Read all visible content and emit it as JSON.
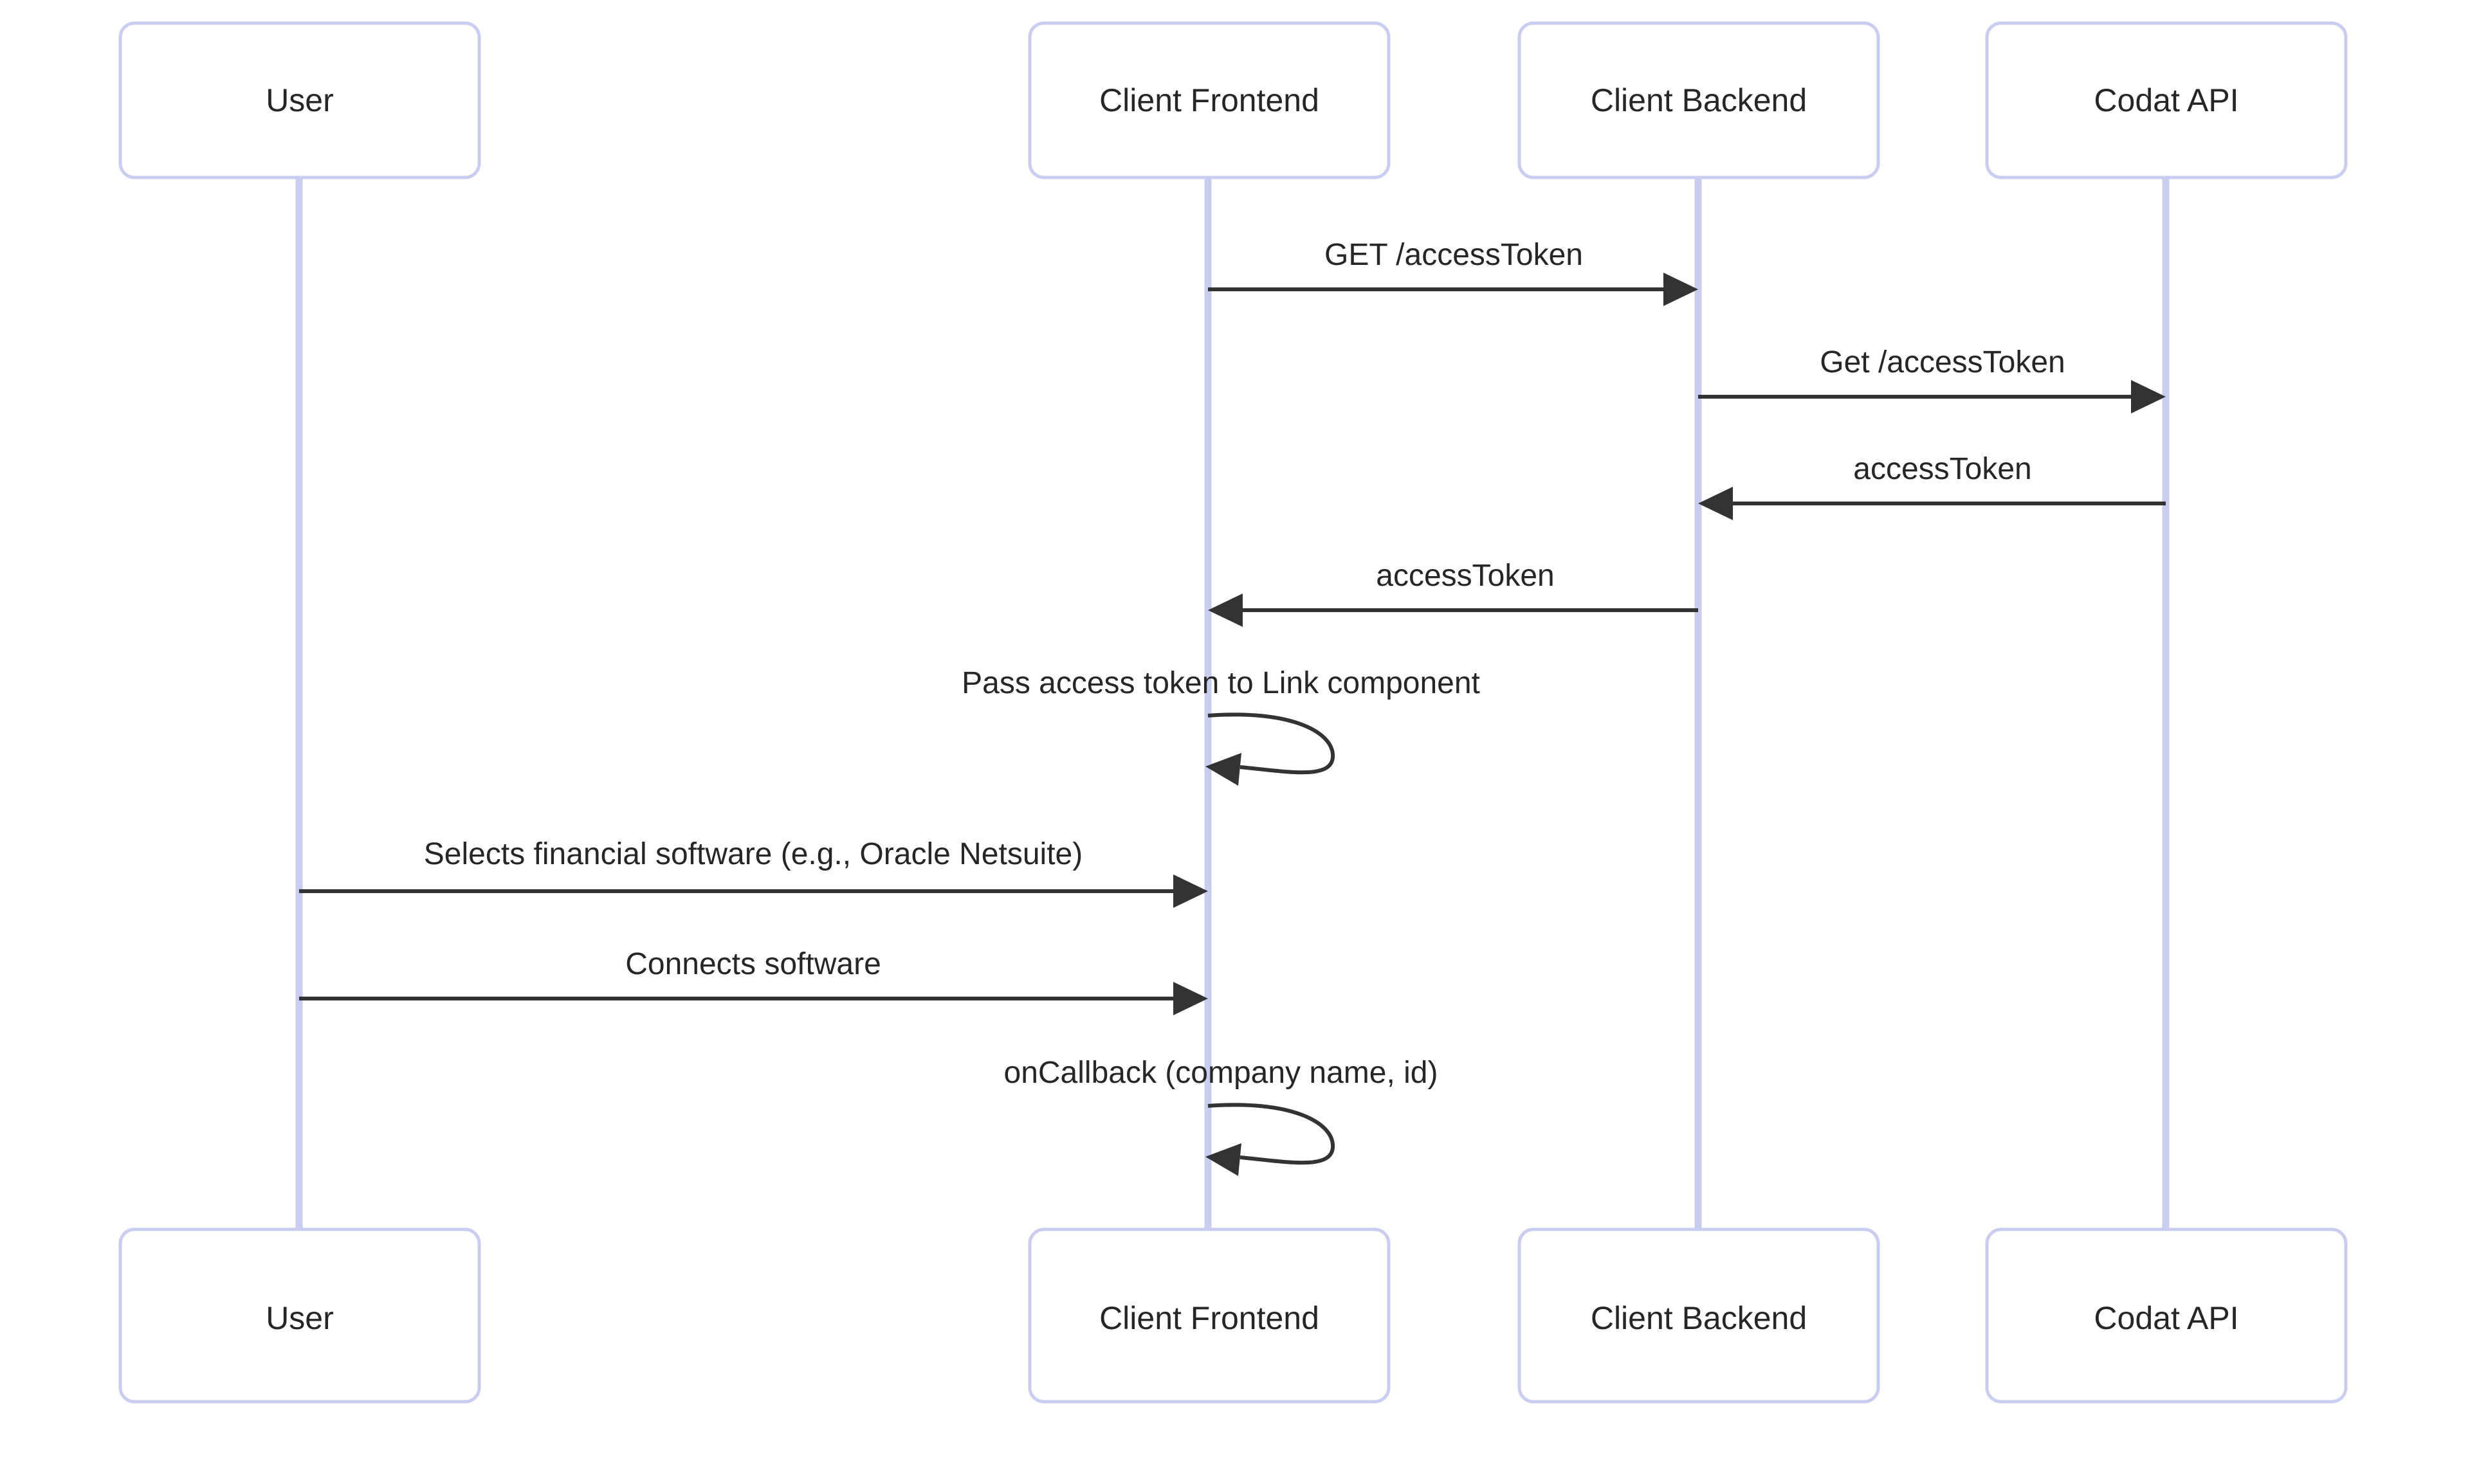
{
  "diagram": {
    "type": "sequence-diagram",
    "title": "",
    "background_color": "#ffffff",
    "actor_border_color": "#c9cdf0",
    "actor_fill_color": "#ffffff",
    "lifeline_color": "#c9cdf0",
    "message_color": "#333333",
    "text_color": "#262626"
  },
  "participants": [
    {
      "id": "user",
      "label": "User"
    },
    {
      "id": "frontend",
      "label": "Client Frontend"
    },
    {
      "id": "backend",
      "label": "Client Backend"
    },
    {
      "id": "codat",
      "label": "Codat API"
    }
  ],
  "messages": [
    {
      "index": 1,
      "label": "GET /accessToken",
      "from": "frontend",
      "to": "backend",
      "direction": "right",
      "kind": "solid-arrow"
    },
    {
      "index": 2,
      "label": "Get /accessToken",
      "from": "backend",
      "to": "codat",
      "direction": "right",
      "kind": "solid-arrow"
    },
    {
      "index": 3,
      "label": "accessToken",
      "from": "codat",
      "to": "backend",
      "direction": "left",
      "kind": "solid-arrow"
    },
    {
      "index": 4,
      "label": "accessToken",
      "from": "backend",
      "to": "frontend",
      "direction": "left",
      "kind": "solid-arrow"
    },
    {
      "index": 5,
      "label": "Pass access token to Link component",
      "from": "frontend",
      "to": "frontend",
      "direction": "self",
      "kind": "self-loop"
    },
    {
      "index": 6,
      "label": "Selects financial software (e.g., Oracle Netsuite)",
      "from": "user",
      "to": "frontend",
      "direction": "right",
      "kind": "solid-arrow"
    },
    {
      "index": 7,
      "label": "Connects software",
      "from": "user",
      "to": "frontend",
      "direction": "right",
      "kind": "solid-arrow"
    },
    {
      "index": 8,
      "label": "onCallback (company name, id)",
      "from": "frontend",
      "to": "frontend",
      "direction": "self",
      "kind": "self-loop"
    }
  ],
  "footer_participants": [
    {
      "id": "user",
      "label": "User"
    },
    {
      "id": "frontend",
      "label": "Client Frontend"
    },
    {
      "id": "backend",
      "label": "Client Backend"
    },
    {
      "id": "codat",
      "label": "Codat API"
    }
  ]
}
